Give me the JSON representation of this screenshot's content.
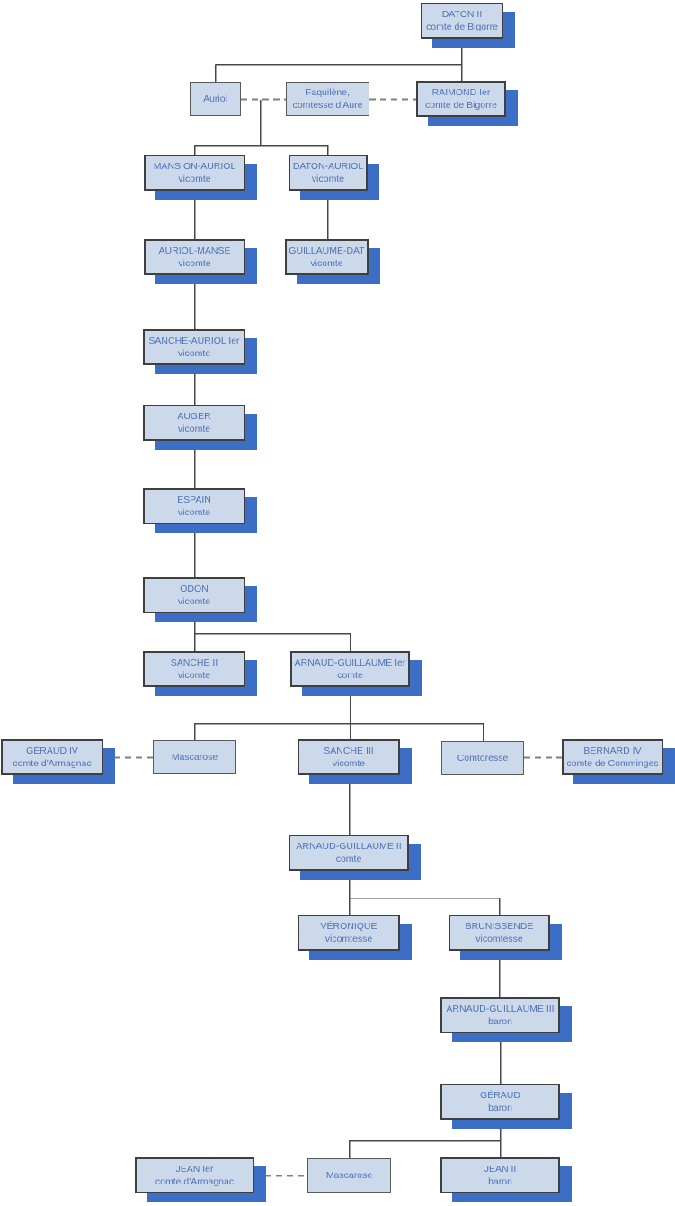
{
  "diagram": {
    "kind": "family-tree",
    "language": "fr"
  },
  "colors": {
    "node_fill": "#ccd9eb",
    "node_border": "#3f3f3f",
    "spouse_border": "#5a5a5a",
    "node_shadow": "#3d6ec6",
    "text": "#4f73b8",
    "descent_line": "#474747",
    "marriage_line": "#808080",
    "background": "#ffffff"
  },
  "people": {
    "daton2": {
      "name": "DATON II",
      "title": "comte de Bigorre"
    },
    "auriol": {
      "name": "Auriol",
      "title": ""
    },
    "faquilene": {
      "name": "Faquilène,",
      "title": "comtesse d'Aure"
    },
    "raimond1": {
      "name": "RAIMOND Ier",
      "title": "comte de Bigorre"
    },
    "mansion_auriol": {
      "name": "MANSION-AURIOL",
      "title": "vicomte"
    },
    "daton_auriol": {
      "name": "DATON-AURIOL",
      "title": "vicomte"
    },
    "auriol_manse": {
      "name": "AURIOL-MANSE",
      "title": "vicomte"
    },
    "guillaume_dat": {
      "name": "GUILLAUME-DAT",
      "title": "vicomte"
    },
    "sanche_auriol1": {
      "name": "SANCHE-AURIOL Ier",
      "title": "vicomte"
    },
    "auger": {
      "name": "AUGER",
      "title": "vicomte"
    },
    "espain": {
      "name": "ESPAIN",
      "title": "vicomte"
    },
    "odon": {
      "name": "ODON",
      "title": "vicomte"
    },
    "sanche2": {
      "name": "SANCHE II",
      "title": "vicomte"
    },
    "arnaud_guillaume1": {
      "name": "ARNAUD-GUILLAUME Ier",
      "title": "comte"
    },
    "geraud4": {
      "name": "GÉRAUD IV",
      "title": "comte d'Armagnac"
    },
    "mascarose1": {
      "name": "Mascarose",
      "title": ""
    },
    "sanche3": {
      "name": "SANCHE III",
      "title": "vicomte"
    },
    "comtoresse": {
      "name": "Comtoresse",
      "title": ""
    },
    "bernard4": {
      "name": "BERNARD IV",
      "title": "comte de Comminges"
    },
    "arnaud_guillaume2": {
      "name": "ARNAUD-GUILLAUME II",
      "title": "comte"
    },
    "veronique": {
      "name": "VÉRONIQUE",
      "title": "vicomtesse"
    },
    "brunissende": {
      "name": "BRUNISSENDE",
      "title": "vicomtesse"
    },
    "arnaud_guillaume3": {
      "name": "ARNAUD-GUILLAUME III",
      "title": "baron"
    },
    "geraud": {
      "name": "GÉRAUD",
      "title": "baron"
    },
    "jean1": {
      "name": "JEAN Ier",
      "title": "comte d'Armagnac"
    },
    "mascarose2": {
      "name": "Mascarose",
      "title": ""
    },
    "jean2": {
      "name": "JEAN II",
      "title": "baron"
    }
  }
}
